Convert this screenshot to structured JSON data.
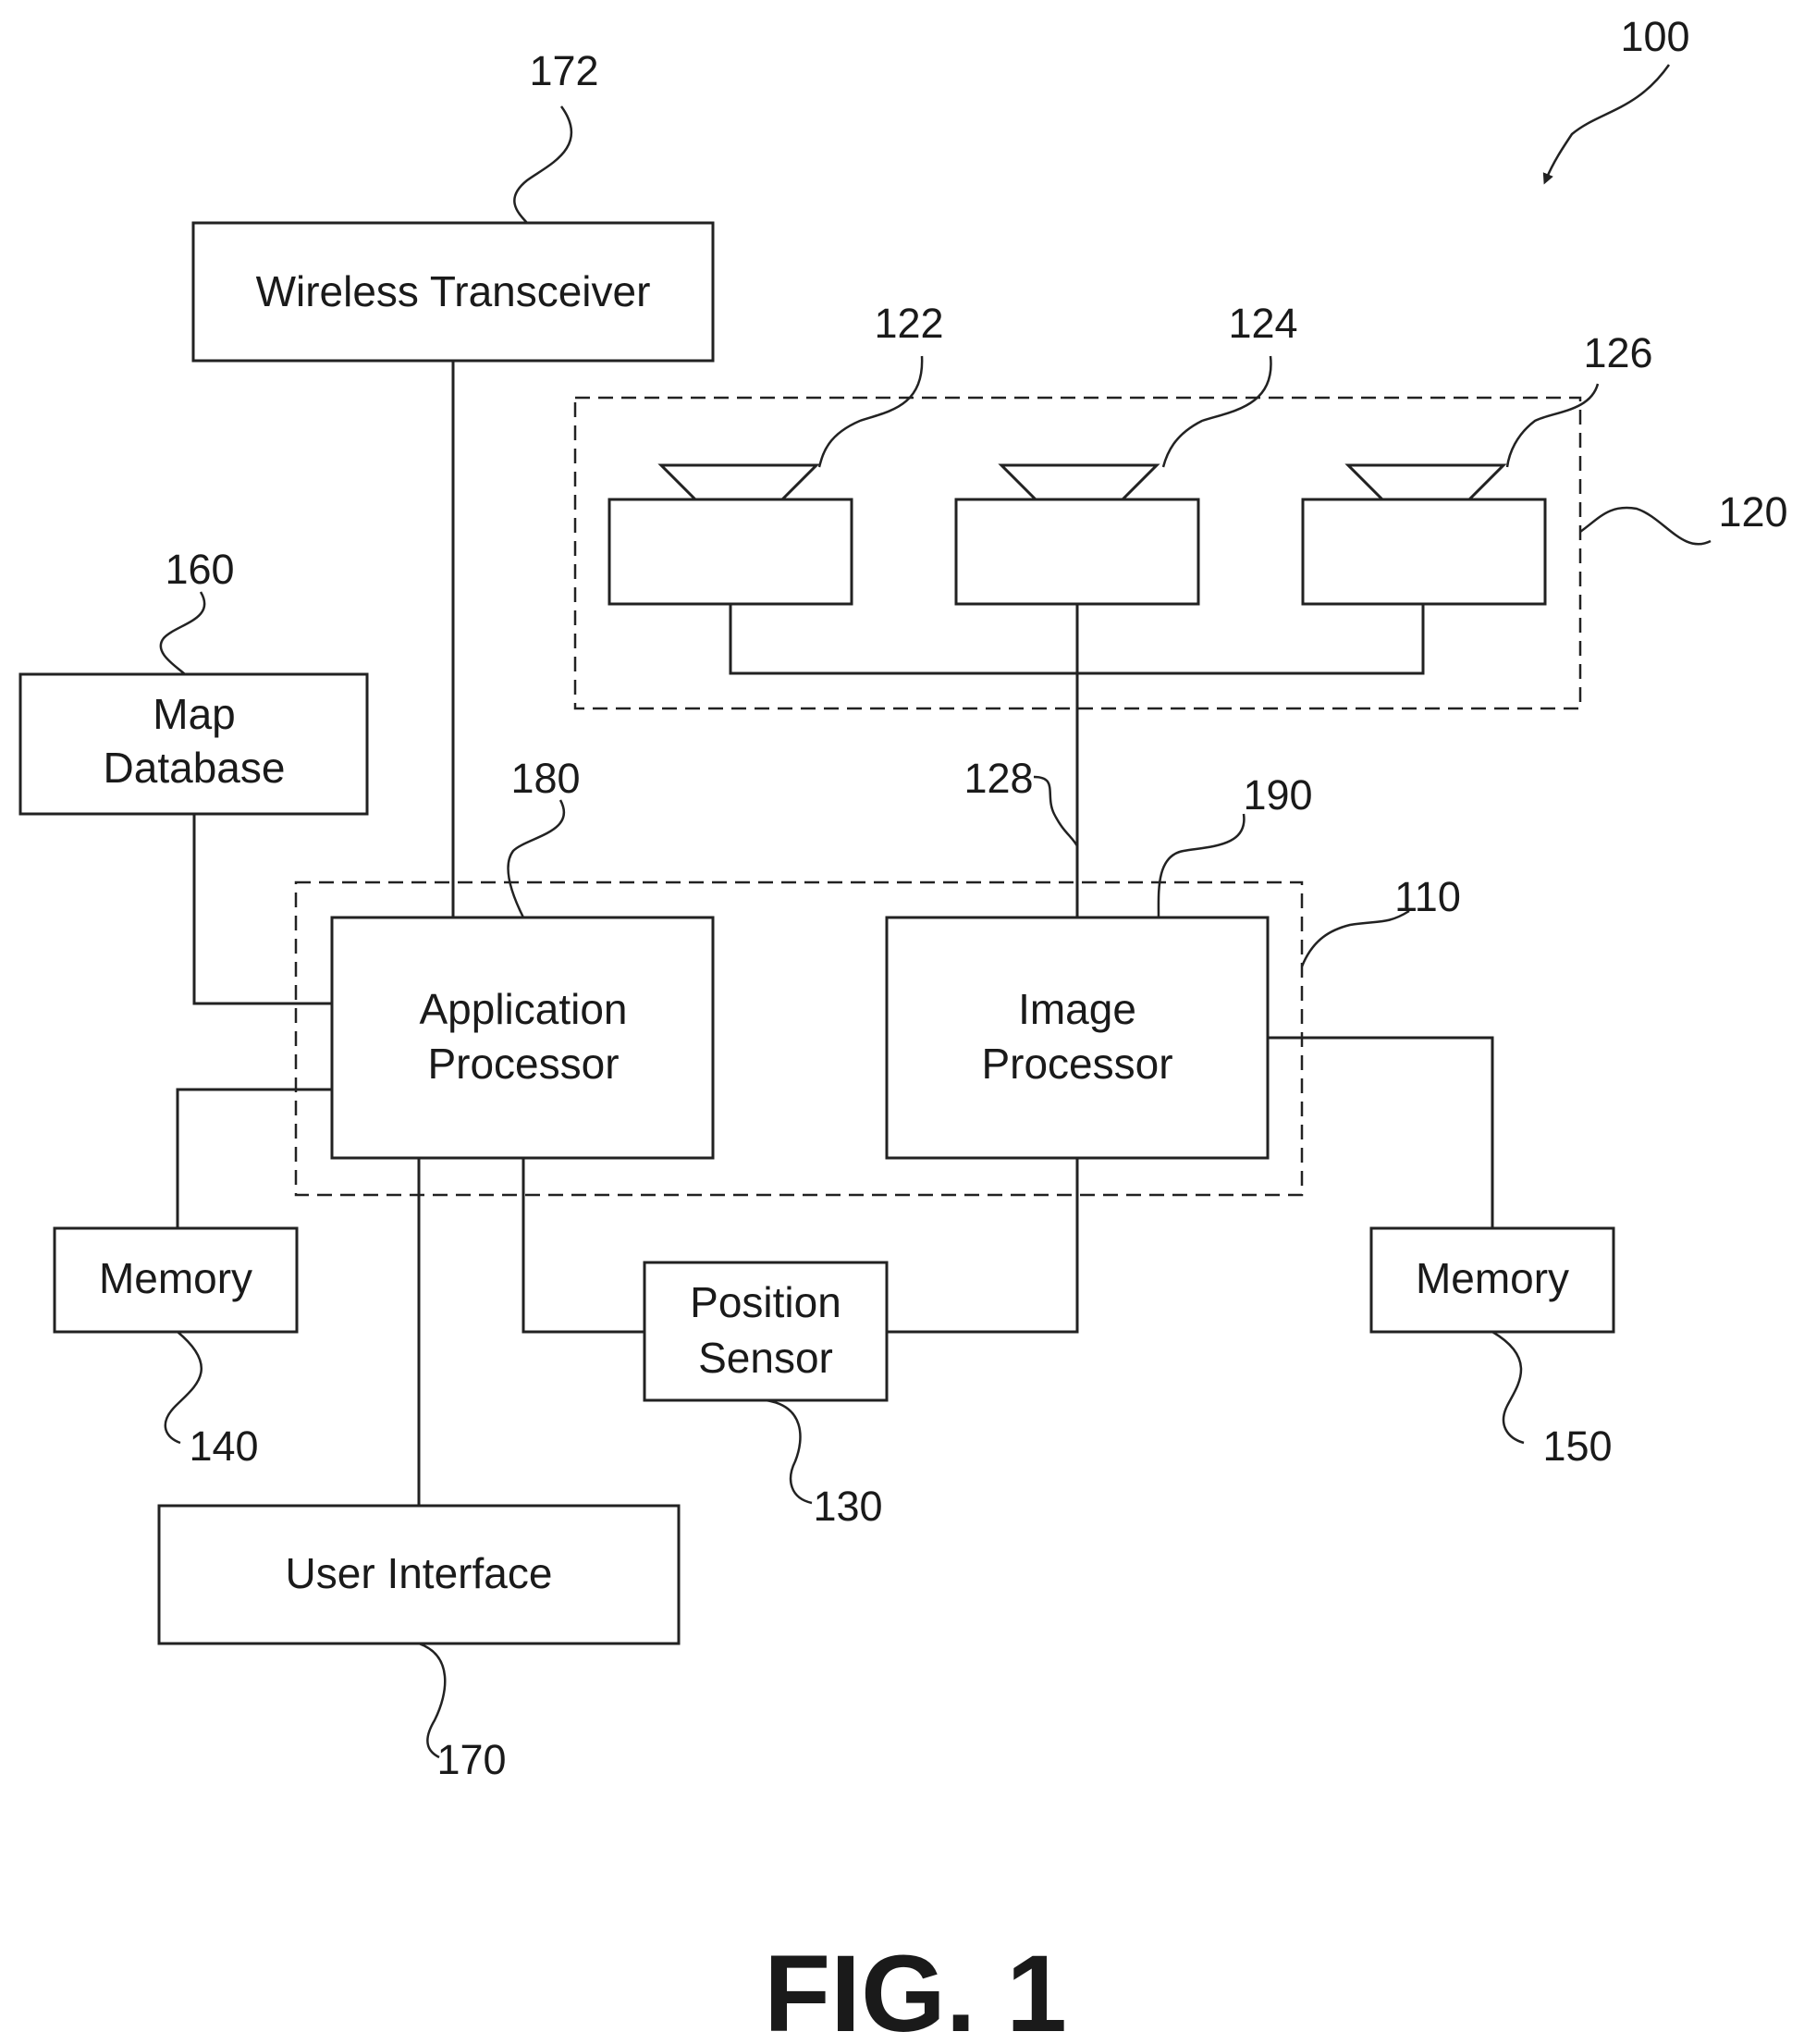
{
  "figure_label": "FIG. 1",
  "refs": {
    "system": "100",
    "processing_unit": "110",
    "image_capture": "120",
    "camera_1": "122",
    "camera_2": "124",
    "camera_3": "126",
    "data_interface": "128",
    "position_sensor": "130",
    "memory_left": "140",
    "memory_right": "150",
    "map_database": "160",
    "user_interface": "170",
    "wireless_transceiver": "172",
    "application_processor": "180",
    "image_processor": "190"
  },
  "blocks": {
    "wireless_transceiver": "Wireless Transceiver",
    "map_database": [
      "Map",
      "Database"
    ],
    "application_processor": [
      "Application",
      "Processor"
    ],
    "image_processor": [
      "Image",
      "Processor"
    ],
    "memory_left": "Memory",
    "memory_right": "Memory",
    "position_sensor": [
      "Position",
      "Sensor"
    ],
    "user_interface": "User Interface"
  }
}
